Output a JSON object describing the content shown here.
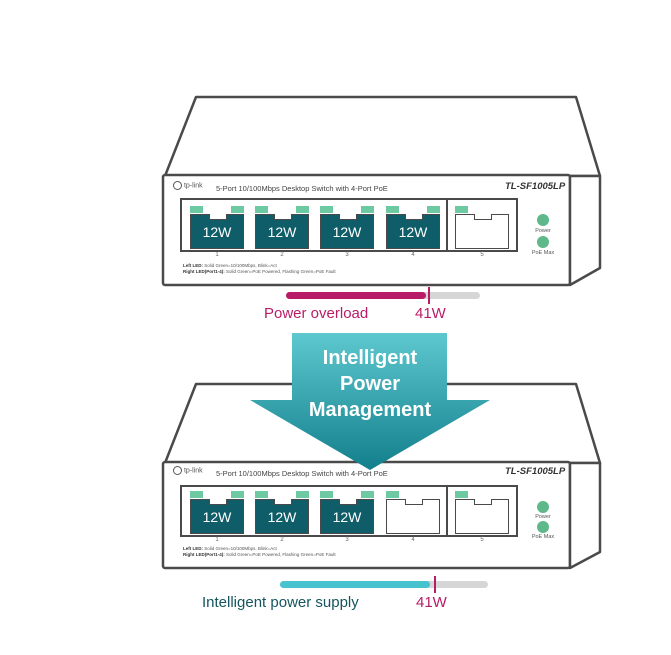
{
  "colors": {
    "outline": "#4a4a4a",
    "port_dark": "#0f5d68",
    "led_green": "#6cc9a1",
    "led_dot": "#5fb88a",
    "overload_bar": "#b81c66",
    "supply_bar": "#47c2cf",
    "bar_track": "#d6d6d6",
    "arrow_gradient_top": "#5ec8cf",
    "arrow_gradient_bottom": "#127f8c"
  },
  "top_switch": {
    "brand": "tp-link",
    "model": "TL-SF1005LP",
    "description": "5-Port 10/100Mbps Desktop Switch with 4-Port PoE",
    "ports": [
      {
        "number": "1",
        "label": "12W"
      },
      {
        "number": "2",
        "label": "12W"
      },
      {
        "number": "3",
        "label": "12W"
      },
      {
        "number": "4",
        "label": "12W"
      },
      {
        "number": "5",
        "label": ""
      }
    ],
    "led_power_label": "Power",
    "led_poe_label": "PoE Max",
    "legend_left_title": "Left LED:",
    "legend_left_text": "Solid Green=10/100Mbps, Blink=Act",
    "legend_right_title": "Right LED(Port1-4):",
    "legend_right_text": "Solid Green=PoE Powered, Flashing Green=PoE Fault"
  },
  "bottom_switch": {
    "brand": "tp-link",
    "model": "TL-SF1005LP",
    "description": "5-Port 10/100Mbps Desktop Switch with 4-Port PoE",
    "ports": [
      {
        "number": "1",
        "label": "12W"
      },
      {
        "number": "2",
        "label": "12W"
      },
      {
        "number": "3",
        "label": "12W"
      },
      {
        "number": "4",
        "label": ""
      },
      {
        "number": "5",
        "label": ""
      }
    ],
    "led_power_label": "Power",
    "led_poe_label": "PoE Max",
    "legend_left_title": "Left LED:",
    "legend_left_text": "Solid Green=10/100Mbps, Blink=Act",
    "legend_right_title": "Right LED(Port1-4):",
    "legend_right_text": "Solid Green=PoE Powered, Flashing Green=PoE Fault"
  },
  "overload_meter": {
    "caption": "Power overload",
    "limit_label": "41W",
    "fill_fraction": 0.72,
    "limit_fraction": 0.73
  },
  "supply_meter": {
    "caption": "Intelligent power supply",
    "limit_label": "41W",
    "fill_fraction": 0.72,
    "limit_fraction": 0.74
  },
  "arrow": {
    "line1": "Intelligent",
    "line2": "Power",
    "line3": "Management"
  }
}
